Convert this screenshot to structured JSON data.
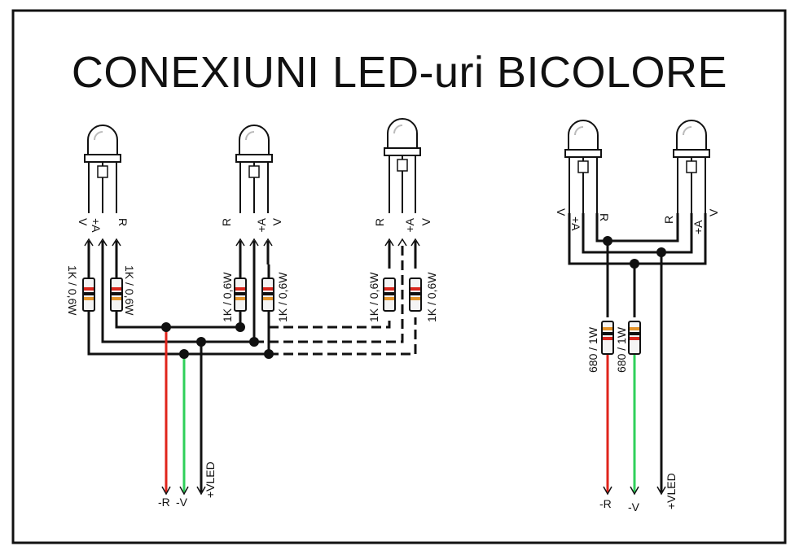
{
  "title": "CONEXIUNI LED-uri BICOLORE",
  "colors": {
    "wire": "#111111",
    "red": "#e0241b",
    "green": "#2fd05a",
    "band_red": "#d9261c",
    "band_orange": "#e3932a",
    "band_black": "#111111",
    "resistor_body": "#f4f4f4"
  },
  "left_circuit": {
    "led1_pins": {
      "v": "V",
      "a": "+A",
      "r": "R"
    },
    "led2_pins": {
      "r": "R",
      "a": "+A",
      "v": "V"
    },
    "led3_pins": {
      "r": "R",
      "a": "+A",
      "v": "V"
    },
    "resistors": [
      "1K / 0,6W",
      "1K / 0,6W",
      "1K / 0,6W",
      "1K / 0,6W",
      "1K / 0,6W",
      "1K / 0,6W"
    ],
    "outputs": {
      "r": "-R",
      "v": "-V",
      "vled": "+VLED"
    }
  },
  "right_circuit": {
    "led4_pins": {
      "v": "V",
      "a": "+A",
      "r": "R"
    },
    "led5_pins": {
      "r": "R",
      "a": "+A",
      "v": "V"
    },
    "resistors": [
      "680 / 1W",
      "680 / 1W"
    ],
    "outputs": {
      "r": "-R",
      "v": "-V",
      "vled": "+VLED"
    }
  }
}
